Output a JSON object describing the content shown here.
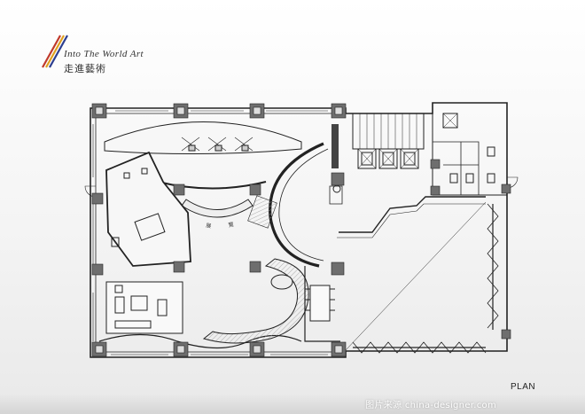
{
  "brand": {
    "title_en": "Into The World Art",
    "title_zh": "走進藝術",
    "stripe_colors": [
      "#c0392b",
      "#e0a020",
      "#2c3e8f"
    ]
  },
  "drawing": {
    "label": "PLAN",
    "room_labels": [
      "展",
      "覽"
    ]
  },
  "watermark": {
    "text": "图片来源 china-designer.com"
  },
  "colors": {
    "line": "#222222",
    "column_fill": "#6e6e6e",
    "floor_fill": "#f7f7f7",
    "hatch": "#9a9a9a"
  }
}
